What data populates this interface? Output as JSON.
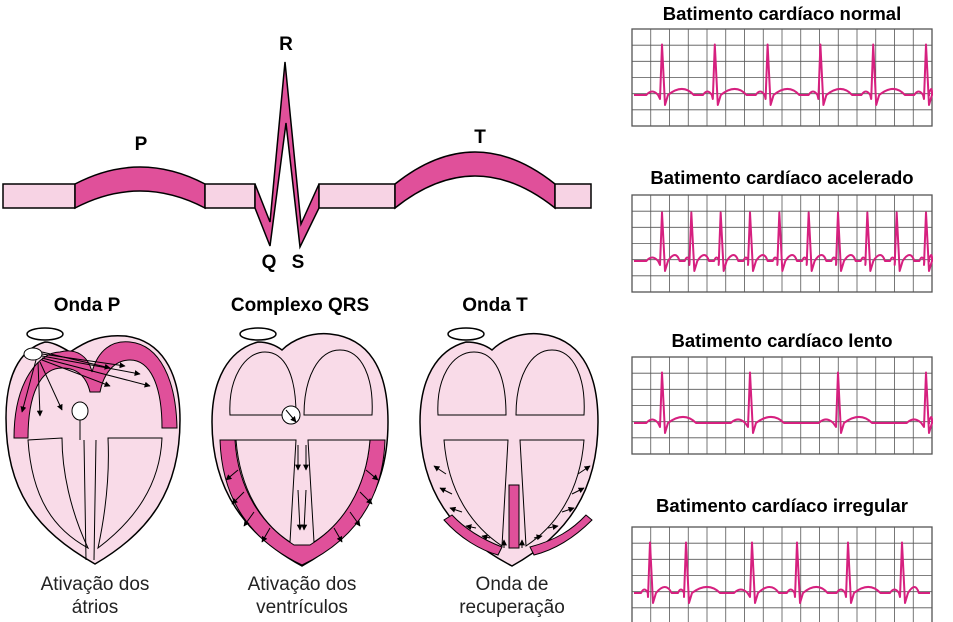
{
  "colors": {
    "magenta": "#e0509a",
    "light_pink": "#f7d3e4",
    "heart_fill": "#f9dbe8",
    "trace": "#d6207f",
    "grid": "#555555",
    "outline": "#000000"
  },
  "ecg_waveform": {
    "label_p": "P",
    "label_r": "R",
    "label_q": "Q",
    "label_s": "S",
    "label_t": "T"
  },
  "hearts": [
    {
      "title": "Onda P",
      "caption_line1": "Ativação dos",
      "caption_line2": "átrios"
    },
    {
      "title": "Complexo QRS",
      "caption_line1": "Ativação dos",
      "caption_line2": "ventrículos"
    },
    {
      "title": "Onda T",
      "caption_line1": "Onda de",
      "caption_line2": "recuperação"
    }
  ],
  "strips": [
    {
      "title": "Batimento cardíaco normal",
      "beats": 6
    },
    {
      "title": "Batimento cardíaco acelerado",
      "beats": 10
    },
    {
      "title": "Batimento cardíaco lento",
      "beats": 4
    },
    {
      "title": "Batimento cardíaco irregular",
      "beats": 6
    }
  ]
}
